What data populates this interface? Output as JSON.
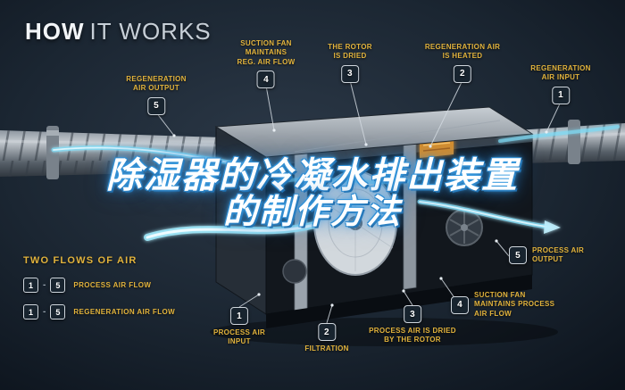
{
  "title": {
    "word1": "HOW",
    "word2": "IT WORKS"
  },
  "overlay_title": {
    "line1": "除湿器的冷凝水排出装置",
    "line2": "的制作方法"
  },
  "callouts": [
    {
      "id": "regeneration-air-output",
      "num": "5",
      "lines": [
        "REGENERATION",
        "AIR OUTPUT"
      ]
    },
    {
      "id": "suction-fan-reg-air",
      "num": "4",
      "lines": [
        "SUCTION FAN",
        "MAINTAINS",
        "REG. AIR FLOW"
      ]
    },
    {
      "id": "rotor-is-dried",
      "num": "3",
      "lines": [
        "THE ROTOR",
        "IS DRIED"
      ]
    },
    {
      "id": "regeneration-air-heated",
      "num": "2",
      "lines": [
        "REGENERATION AIR",
        "IS HEATED"
      ]
    },
    {
      "id": "regeneration-air-input",
      "num": "1",
      "lines": [
        "REGENERATION",
        "AIR INPUT"
      ]
    },
    {
      "id": "process-air-output",
      "num": "5",
      "lines": [
        "PROCESS AIR",
        "OUTPUT"
      ]
    },
    {
      "id": "suction-fan-process-air",
      "num": "4",
      "lines": [
        "SUCTION FAN",
        "MAINTAINS PROCESS",
        "AIR FLOW"
      ]
    },
    {
      "id": "process-air-dried",
      "num": "3",
      "lines": [
        "PROCESS AIR IS DRIED",
        "BY THE ROTOR"
      ]
    },
    {
      "id": "filtration",
      "num": "2",
      "lines": [
        "FILTRATION"
      ]
    },
    {
      "id": "process-air-input",
      "num": "1",
      "lines": [
        "PROCESS AIR",
        "INPUT"
      ]
    }
  ],
  "legend": {
    "heading": "TWO FLOWS OF AIR",
    "rows": [
      {
        "from": "1",
        "separator": "-",
        "to": "5",
        "label": "PROCESS AIR FLOW"
      },
      {
        "from": "1",
        "separator": "-",
        "to": "5",
        "label": "REGENERATION AIR FLOW"
      }
    ]
  },
  "colors": {
    "background": "#16202C",
    "accent_gold": "#E2B33C",
    "airflow_cyan": "#86DCF2",
    "badge_background": "#18242F",
    "title_glow_blue": "#2E86C8"
  }
}
